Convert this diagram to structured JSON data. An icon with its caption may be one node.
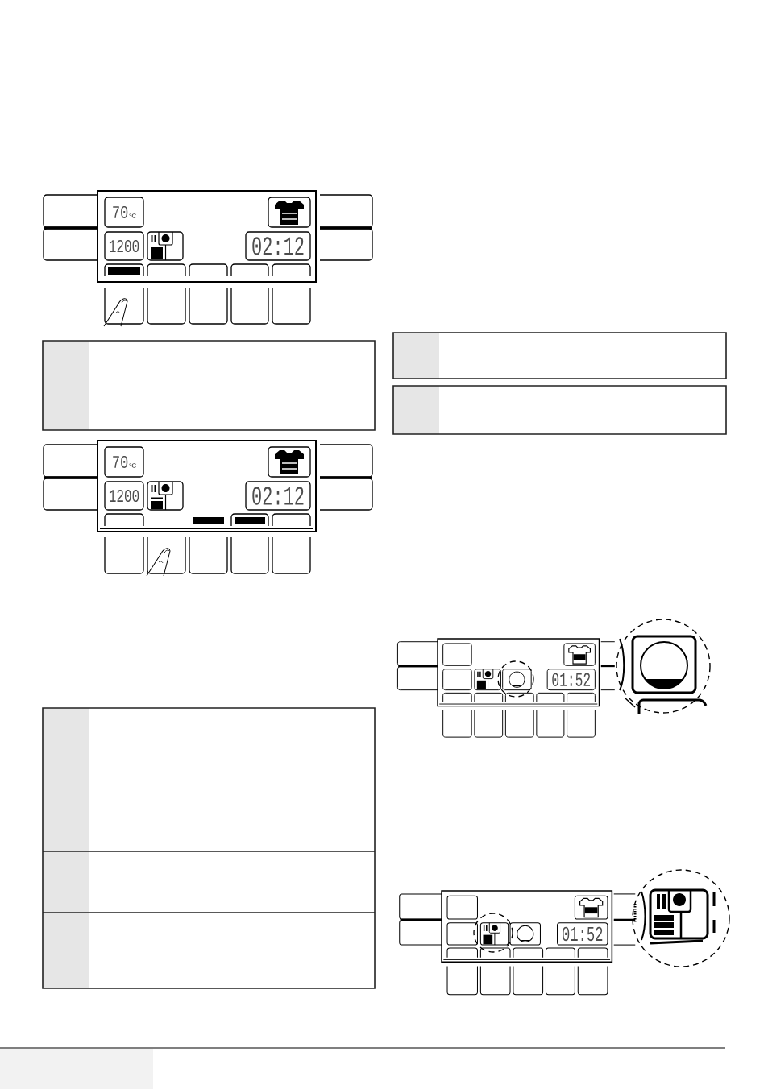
{
  "diagram": {
    "nodes": [
      {
        "text": [
          "70",
          "°C"
        ]
      },
      {
        "text": [
          "1200"
        ]
      },
      {
        "text": [
          "02:12"
        ]
      },
      {
        "text": [
          "70",
          "°C"
        ]
      },
      {
        "text": [
          "1200"
        ]
      },
      {
        "text": [
          "02:12"
        ]
      },
      {
        "text": [],
        "shape": "box"
      },
      {
        "text": [],
        "shape": "box"
      },
      {
        "text": [
          "01:52"
        ]
      },
      {
        "text": [],
        "shape": "box"
      },
      {
        "text": [],
        "shape": "box"
      },
      {
        "text": [
          "01:52"
        ]
      }
    ]
  }
}
